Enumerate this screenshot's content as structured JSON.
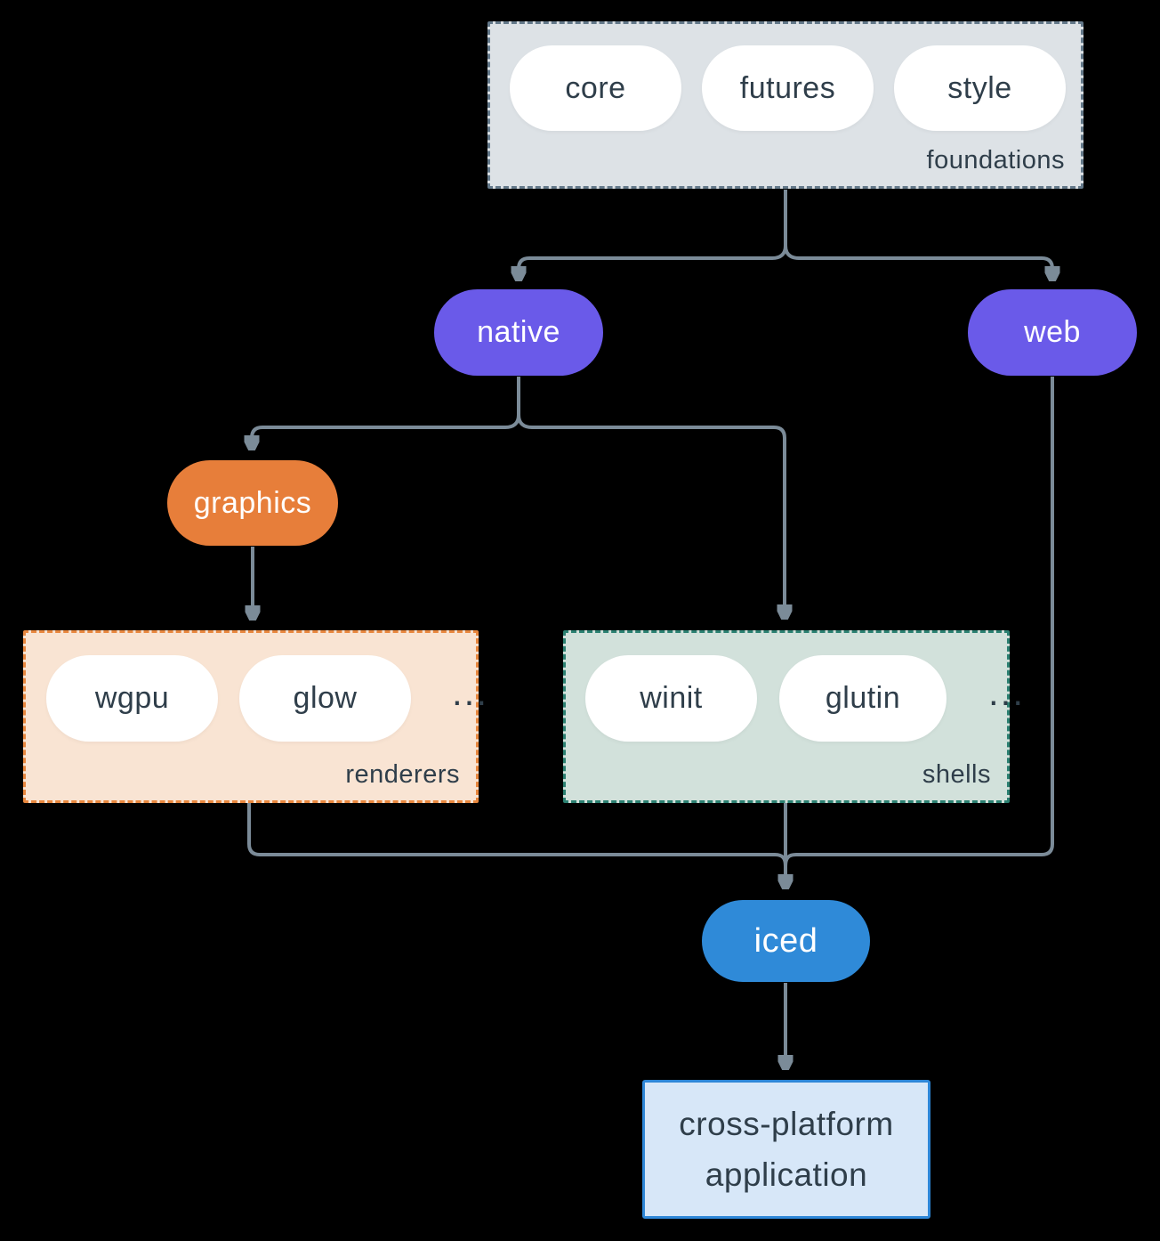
{
  "colors": {
    "background": "#000000",
    "line": "#7b8b98",
    "text_dark": "#2f3e4a",
    "pill_white": "#ffffff",
    "purple": "#6a5ae9",
    "orange": "#e77e3a",
    "blue": "#2f8ad8",
    "foundations_fill": "#dde2e6",
    "foundations_border": "#64798a",
    "renderers_fill": "#f9e4d3",
    "renderers_border": "#e8873e",
    "shells_fill": "#d2e1db",
    "shells_border": "#2b8071",
    "app_fill": "#d7e7f8",
    "app_border": "#2e87d8"
  },
  "foundations": {
    "label": "foundations",
    "pills": [
      "core",
      "futures",
      "style"
    ]
  },
  "nodes": {
    "native": "native",
    "web": "web",
    "graphics": "graphics",
    "iced": "iced"
  },
  "renderers": {
    "label": "renderers",
    "pills": [
      "wgpu",
      "glow"
    ],
    "ellipsis": "..."
  },
  "shells": {
    "label": "shells",
    "pills": [
      "winit",
      "glutin"
    ],
    "ellipsis": "..."
  },
  "application": {
    "line1": "cross-platform",
    "line2": "application"
  }
}
